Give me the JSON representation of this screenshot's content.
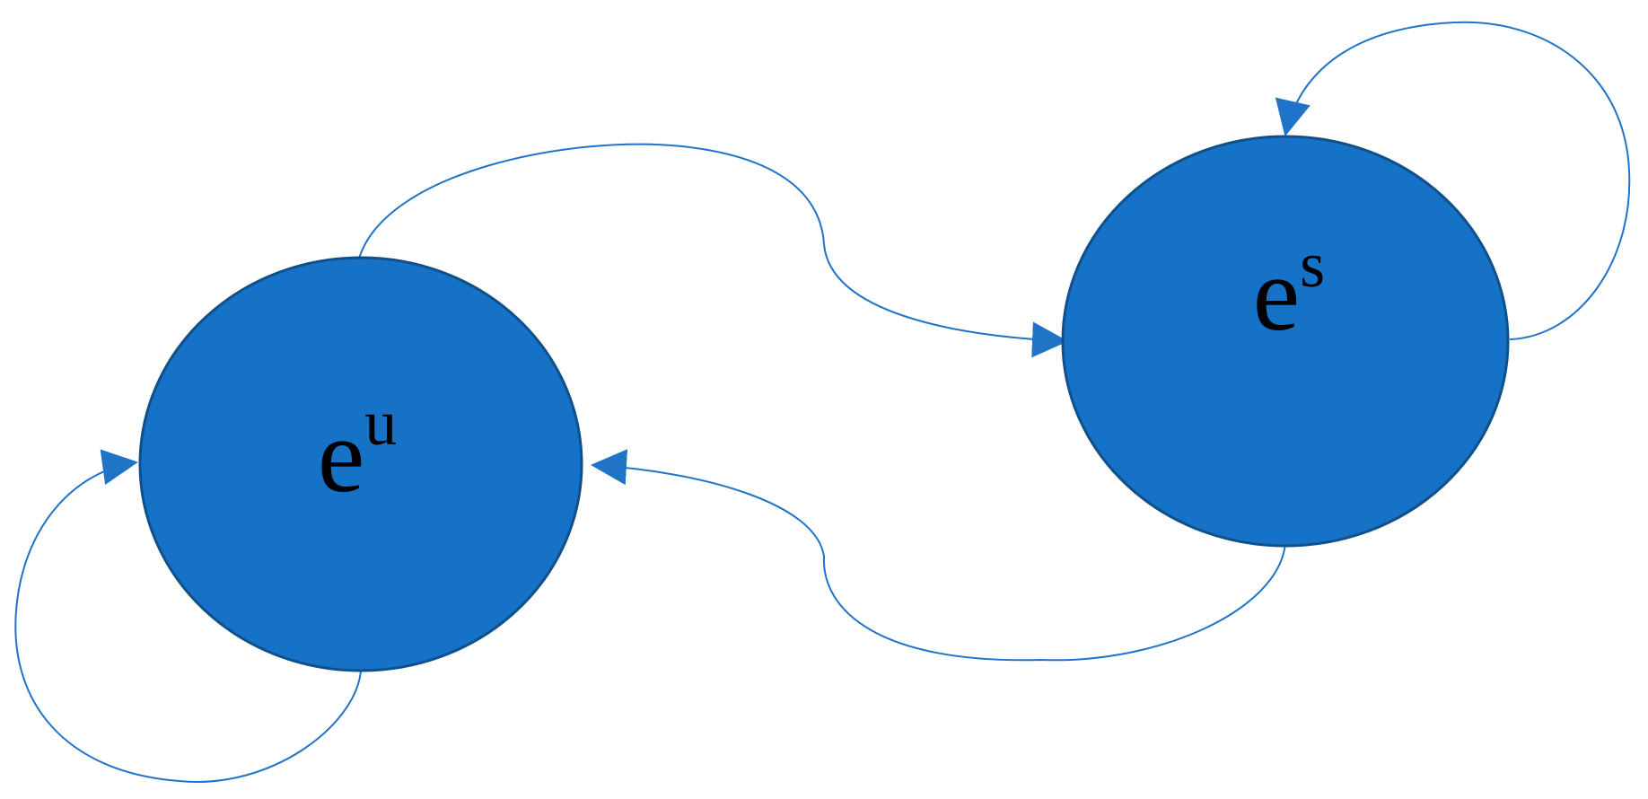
{
  "colors": {
    "node_fill": "#1572C6",
    "node_stroke": "#0F4F8A",
    "edge": "#1F74C8",
    "label": "#000000",
    "background": "#FFFFFF"
  },
  "nodes": {
    "u": {
      "base": "e",
      "sup": "u"
    },
    "s": {
      "base": "e",
      "sup": "s"
    }
  },
  "edges": [
    {
      "from": "u",
      "to": "s",
      "kind": "transition"
    },
    {
      "from": "s",
      "to": "u",
      "kind": "transition"
    },
    {
      "from": "u",
      "to": "u",
      "kind": "self-loop"
    },
    {
      "from": "s",
      "to": "s",
      "kind": "self-loop"
    }
  ]
}
